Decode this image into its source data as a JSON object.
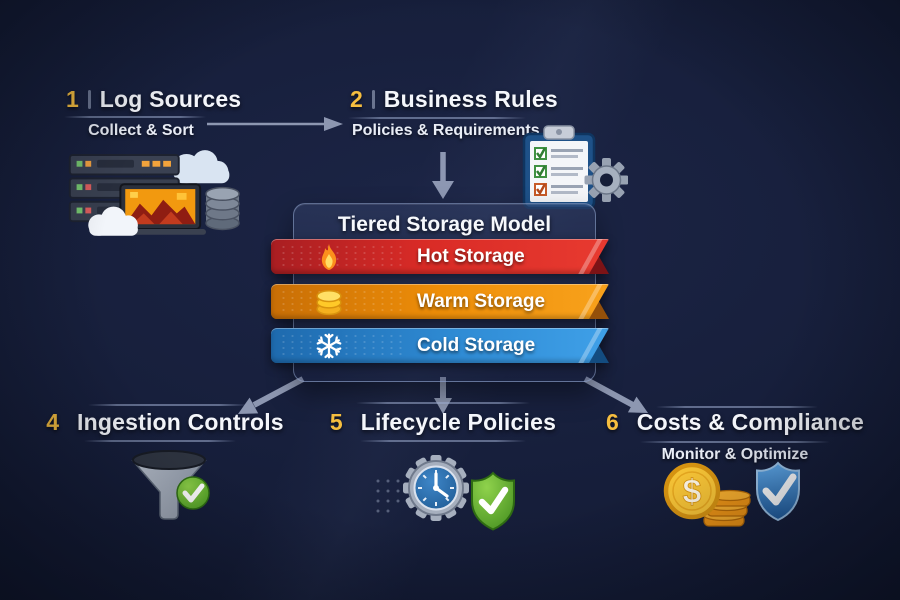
{
  "steps": {
    "log_sources": {
      "number": "1",
      "title": "Log Sources",
      "subtitle": "Collect & Sort"
    },
    "business_rules": {
      "number": "2",
      "title": "Business Rules",
      "subtitle": "Policies & Requirements"
    },
    "ingestion_controls": {
      "number": "4",
      "title": "Ingestion Controls",
      "subtitle": ""
    },
    "lifecycle_policies": {
      "number": "5",
      "title": "Lifecycle Policies",
      "subtitle": ""
    },
    "costs_compliance": {
      "number": "6",
      "title": "Costs & Compliance",
      "subtitle": "Monitor & Optimize"
    }
  },
  "storage_model": {
    "title": "Tiered Storage Model",
    "tiers": [
      {
        "label": "Hot Storage",
        "icon": "flame-icon",
        "color": "#E23128"
      },
      {
        "label": "Warm Storage",
        "icon": "disk-stack-icon",
        "color": "#F5920B"
      },
      {
        "label": "Cold Storage",
        "icon": "snowflake-icon",
        "color": "#2F8CD8"
      }
    ]
  },
  "icons": {
    "log_sources": "servers-clouds-laptop-database",
    "business_rules": "checklist-clipboard-gear",
    "ingestion_controls": "funnel-green-check",
    "lifecycle_policies": "gear-clock-green-shield",
    "costs_compliance": "dollar-coin-stack-blue-shield"
  },
  "palette": {
    "background": "#161E3A",
    "accent_number": "#F6BE3F",
    "heading_text": "#F4F6FB",
    "arrow": "#9AA4BE",
    "hot": "#D92B26",
    "warm": "#EE8E08",
    "cold": "#2F8BD4"
  }
}
